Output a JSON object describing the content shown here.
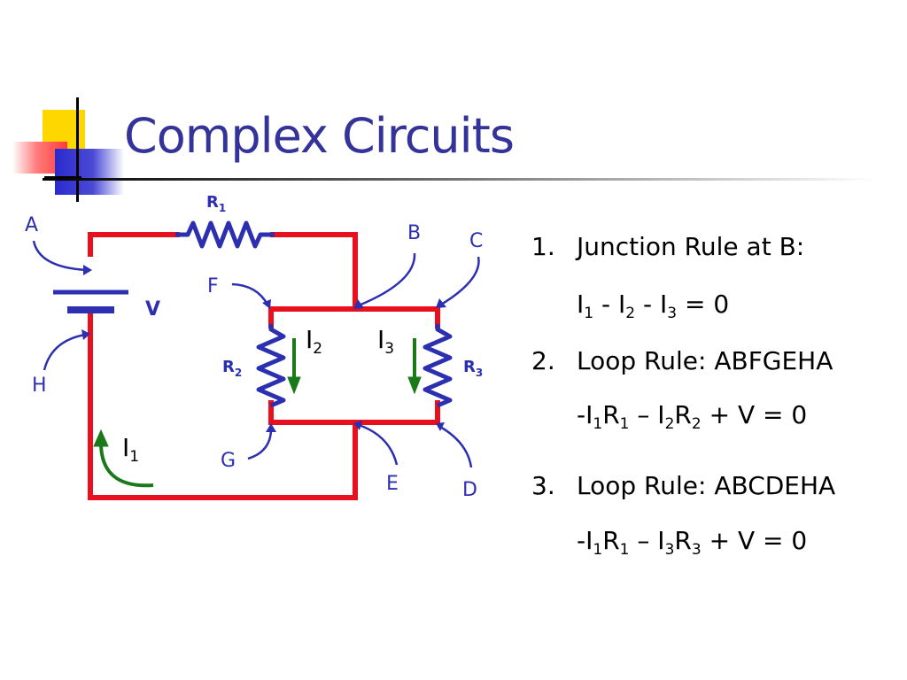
{
  "slide": {
    "title": "Complex Circuits"
  },
  "circuit": {
    "resistors": {
      "r1": [
        "R",
        "1"
      ],
      "r2": [
        "R",
        "2"
      ],
      "r3": [
        "R",
        "3"
      ]
    },
    "voltage": "V",
    "currents": {
      "i1": [
        "I",
        "1"
      ],
      "i2": [
        "I",
        "2"
      ],
      "i3": [
        "I",
        "3"
      ]
    },
    "points": {
      "A": "A",
      "B": "B",
      "C": "C",
      "D": "D",
      "E": "E",
      "F": "F",
      "G": "G",
      "H": "H"
    }
  },
  "rules": [
    {
      "number": "1.",
      "title": "Junction Rule at B:",
      "equation": [
        [
          "I",
          "1"
        ],
        [
          " - I",
          "2"
        ],
        [
          " - I",
          "3"
        ],
        [
          " = 0",
          ""
        ]
      ]
    },
    {
      "number": "2.",
      "title": "Loop Rule: ABFGEHA",
      "equation": [
        [
          "-I",
          "1"
        ],
        [
          "R",
          "1"
        ],
        [
          " – I",
          "2"
        ],
        [
          "R",
          "2"
        ],
        [
          " + V = 0",
          ""
        ]
      ]
    },
    {
      "number": "3.",
      "title": "Loop Rule: ABCDEHA",
      "equation": [
        [
          "-I",
          "1"
        ],
        [
          "R",
          "1"
        ],
        [
          " – I",
          "3"
        ],
        [
          "R",
          "3"
        ],
        [
          " + V = 0",
          ""
        ]
      ]
    }
  ],
  "colors": {
    "title": "#333399",
    "wire": "#e8101f",
    "component": "#2b2fb0",
    "arrow": "#1a7a1a"
  }
}
